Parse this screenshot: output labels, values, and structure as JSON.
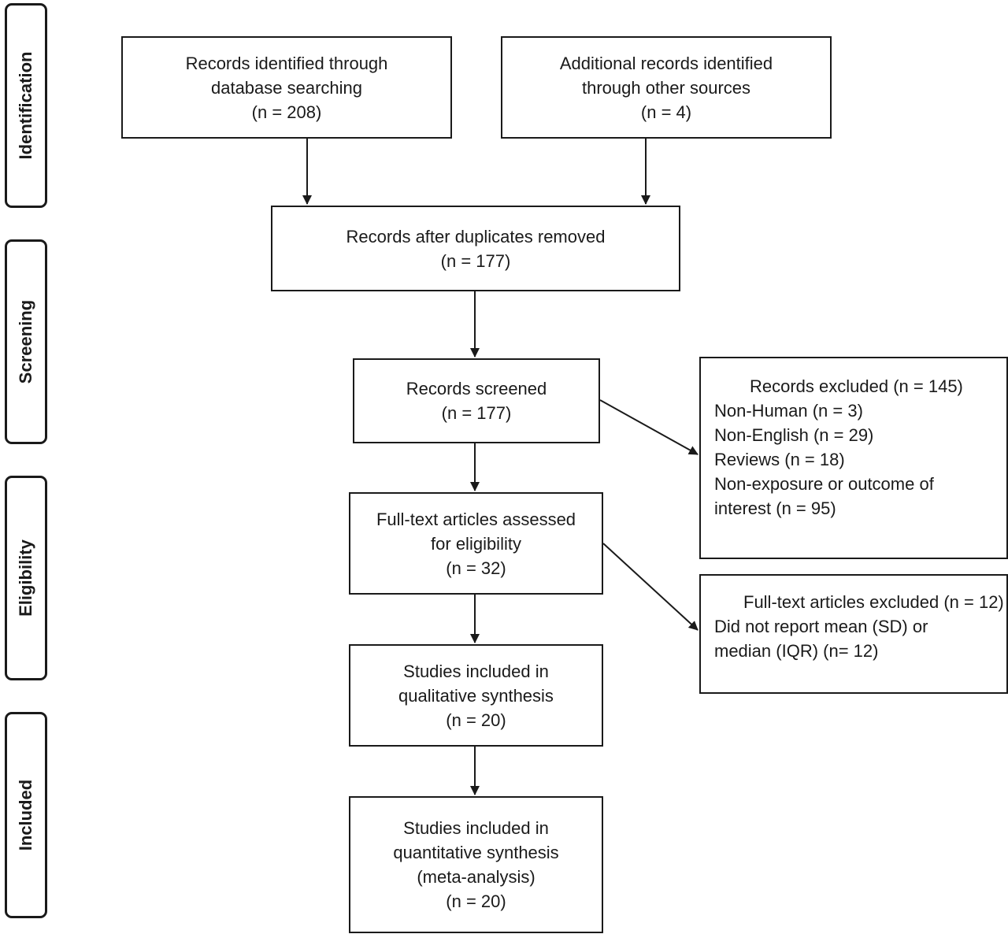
{
  "phases": {
    "identification": "Identification",
    "screening": "Screening",
    "eligibility": "Eligibility",
    "included": "Included"
  },
  "boxes": {
    "database": [
      "Records identified through",
      "database searching",
      "(n = 208)"
    ],
    "other_sources": [
      "Additional records identified",
      "through other sources",
      "(n = 4)"
    ],
    "duplicates_removed": [
      "Records after duplicates removed",
      "(n = 177)"
    ],
    "screened": [
      "Records screened",
      "(n = 177)"
    ],
    "fulltext_assessed": [
      "Full-text articles assessed",
      "for eligibility",
      "(n = 32)"
    ],
    "qualitative": [
      "Studies included in",
      "qualitative synthesis",
      "(n = 20)"
    ],
    "quantitative": [
      "Studies included in",
      "quantitative synthesis",
      "(meta-analysis)",
      "(n = 20)"
    ]
  },
  "excluded_records": {
    "heading": "Records excluded (n = 145)",
    "items": [
      "Non-Human (n = 3)",
      "Non-English (n = 29)",
      "Reviews (n = 18)",
      "Non-exposure or outcome of",
      "interest (n = 95)"
    ]
  },
  "excluded_fulltext": {
    "heading": "Full-text articles excluded (n = 12)",
    "items": [
      "Did not report mean (SD) or",
      "median (IQR) (n= 12)"
    ]
  }
}
